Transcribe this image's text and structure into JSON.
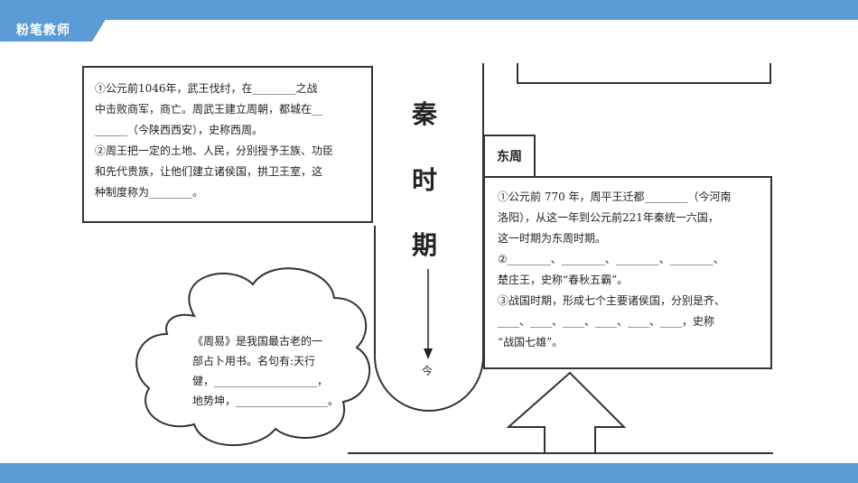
{
  "brand": {
    "logo_text": "粉笔教师",
    "band_color": "#5b9bd5"
  },
  "west_zhou_box": {
    "line1": "①公元前1046年，武王伐纣，在________之战",
    "line2": "中击败商军，商亡。周武王建立周朝，都城在__",
    "line3": "______（今陕西西安），史称西周。",
    "line4": "②周王把一定的土地、人民，分别授予王族、功臣",
    "line5": "和先代贵族，让他们建立诸侯国，拱卫王室，这",
    "line6": "种制度称为________。"
  },
  "timeline": {
    "chars": [
      "秦",
      "时",
      "期"
    ],
    "arrow_label": "今"
  },
  "east_zhou": {
    "label": "东周",
    "line1": "①公元前 770 年，周平王迁都________（今河南",
    "line2": "洛阳），从这一年到公元前221年秦统一六国，",
    "line3": "这一时期为东周时期。",
    "line4": "②________、________、________、________、",
    "line5": "楚庄王，史称“春秋五霸”。",
    "line6": "③战国时期，形成七个主要诸侯国，分别是齐、",
    "line7": "____、____、____、____、____、____，史称",
    "line8": "“战国七雄”。"
  },
  "cloud": {
    "line1": "《周易》是我国最古老的一",
    "line2": "部占卜用书。名句有:天行",
    "line3": "健，___________________，",
    "line4": "地势坤，_________________。"
  }
}
